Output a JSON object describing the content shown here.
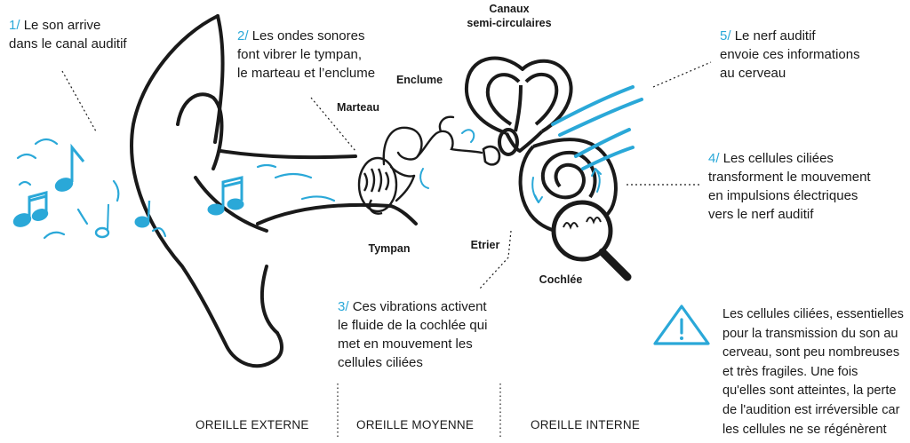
{
  "steps": [
    {
      "num": "1/",
      "text": "Le son arrive\ndans le canal auditif"
    },
    {
      "num": "2/",
      "text": "Les ondes sonores\nfont vibrer le tympan,\nle marteau et l’enclume"
    },
    {
      "num": "3/",
      "text": "Ces vibrations activent\nle fluide de la cochlée qui\nmet en mouvement les\ncellules ciliées"
    },
    {
      "num": "4/",
      "text": "Les cellules ciliées\ntransforment le mouvement\nen impulsions électriques\nvers le nerf auditif"
    },
    {
      "num": "5/",
      "text": "Le nerf auditif\nenvoie ces informations\nau cerveau"
    }
  ],
  "labels": {
    "canaux": "Canaux\nsemi-circulaires",
    "enclume": "Enclume",
    "marteau": "Marteau",
    "tympan": "Tympan",
    "etrier": "Etrier",
    "cochlee": "Cochlée"
  },
  "sections": {
    "externe": "OREILLE EXTERNE",
    "moyenne": "OREILLE MOYENNE",
    "interne": "OREILLE INTERNE"
  },
  "warning": {
    "icon": "warning-triangle-icon",
    "text": "Les cellules ciliées, essentielles pour la transmission du son au cerveau, sont peu nombreuses et très fragiles. Une fois qu'elles sont atteintes, la perte de l'audition est irréversible car les cellules ne se régénèrent pas."
  },
  "colors": {
    "accent": "#2aa8d8",
    "ink": "#1a1a1a"
  }
}
